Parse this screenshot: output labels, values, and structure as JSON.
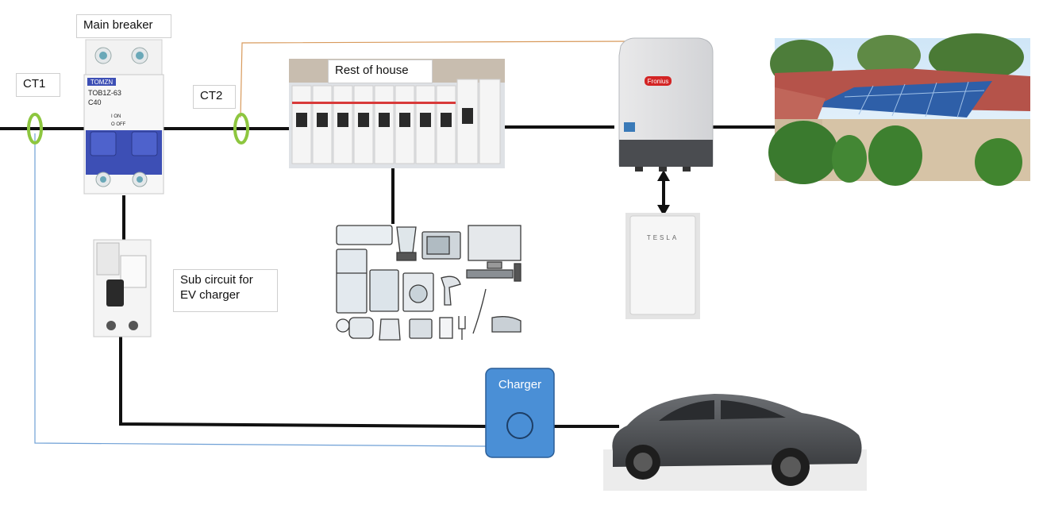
{
  "labels": {
    "main_breaker": "Main breaker",
    "ct1": "CT1",
    "ct2": "CT2",
    "rest_of_house": "Rest of house",
    "sub_circuit": "Sub circuit for EV charger",
    "charger": "Charger"
  },
  "device_text": {
    "breaker_brand": "TOMZN",
    "breaker_model": "TOB1Z-63",
    "breaker_rating": "C40",
    "breaker_on": "I ON",
    "breaker_off": "O OFF",
    "inverter_brand": "Fronius",
    "battery_brand": "TESLA"
  },
  "colors": {
    "main_wire": "#111111",
    "ct_ring": "#8dc63f",
    "ct1_signal": "#6fa0d6",
    "ct2_signal": "#d89a5c",
    "charger_fill": "#4a8fd6",
    "charger_border": "#2a5d96",
    "breaker_handle": "#3d4fb5"
  }
}
